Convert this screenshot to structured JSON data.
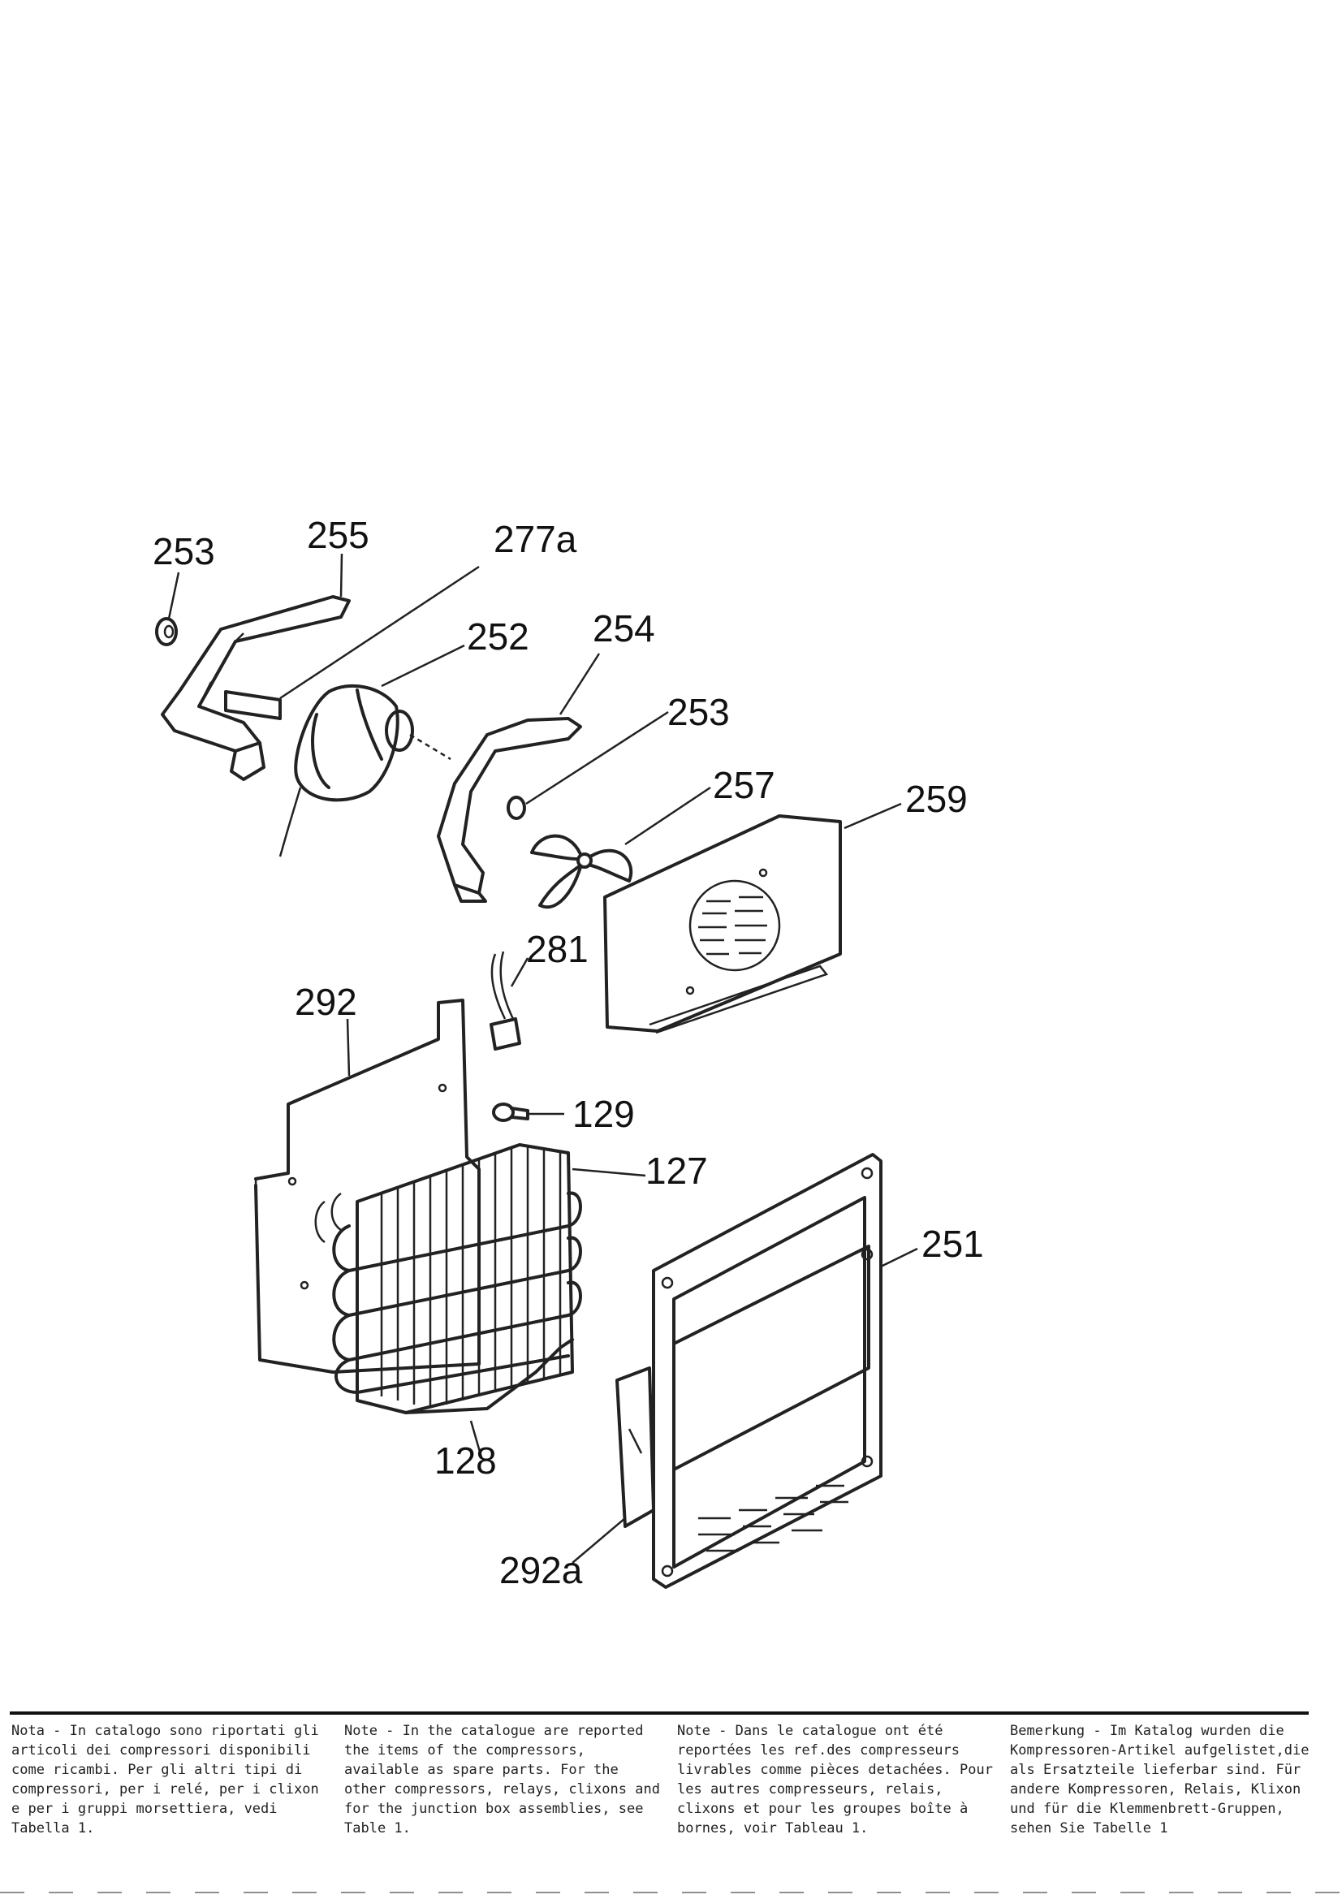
{
  "callouts": {
    "c253a": "253",
    "c255": "255",
    "c277a": "277a",
    "c252": "252",
    "c254": "254",
    "c253b": "253",
    "c257": "257",
    "c259": "259",
    "c281": "281",
    "c292": "292",
    "c129": "129",
    "c127": "127",
    "c251": "251",
    "c128": "128",
    "c292a": "292a"
  },
  "notes": {
    "it": "Nota - In catalogo sono riportati gli articoli dei compressori disponibili come ricambi. Per gli altri tipi di compressori, per i relé, per i clixon e per i gruppi morsettiera, vedi Tabella 1.",
    "en": "Note - In the catalogue are reported the items of the compressors, available as spare parts. For the other compressors, relays, clixons and for the junction box assemblies, see Table 1.",
    "fr": "Note - Dans le catalogue ont été reportées les ref.des compresseurs livrables comme pièces detachées. Pour les autres compresseurs, relais, clixons et pour les groupes boîte à bornes, voir Tableau 1.",
    "de": "Bemerkung - Im Katalog wurden die Kompressoren-Artikel aufgelistet,die als Ersatzteile lieferbar sind. Für andere Kompressoren, Relais, Klixon und für die Klemmenbrett-Gruppen, sehen Sie Tabelle 1"
  }
}
